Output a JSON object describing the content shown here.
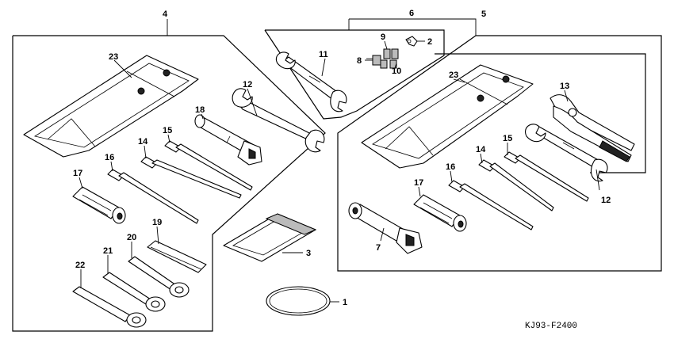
{
  "labels": {
    "p1": "1",
    "p2": "2",
    "p3": "3",
    "p4": "4",
    "p5": "5",
    "p6": "6",
    "p7": "7",
    "p8": "8",
    "p9": "9",
    "p10": "10",
    "p11": "11",
    "p12a": "12",
    "p12b": "12",
    "p13": "13",
    "p14a": "14",
    "p14b": "14",
    "p15a": "15",
    "p15b": "15",
    "p16a": "16",
    "p16b": "16",
    "p17a": "17",
    "p17b": "17",
    "p18": "18",
    "p19": "19",
    "p20": "20",
    "p21": "21",
    "p22": "22",
    "p23a": "23",
    "p23b": "23"
  },
  "diagram_code": "KJ93-F2400"
}
